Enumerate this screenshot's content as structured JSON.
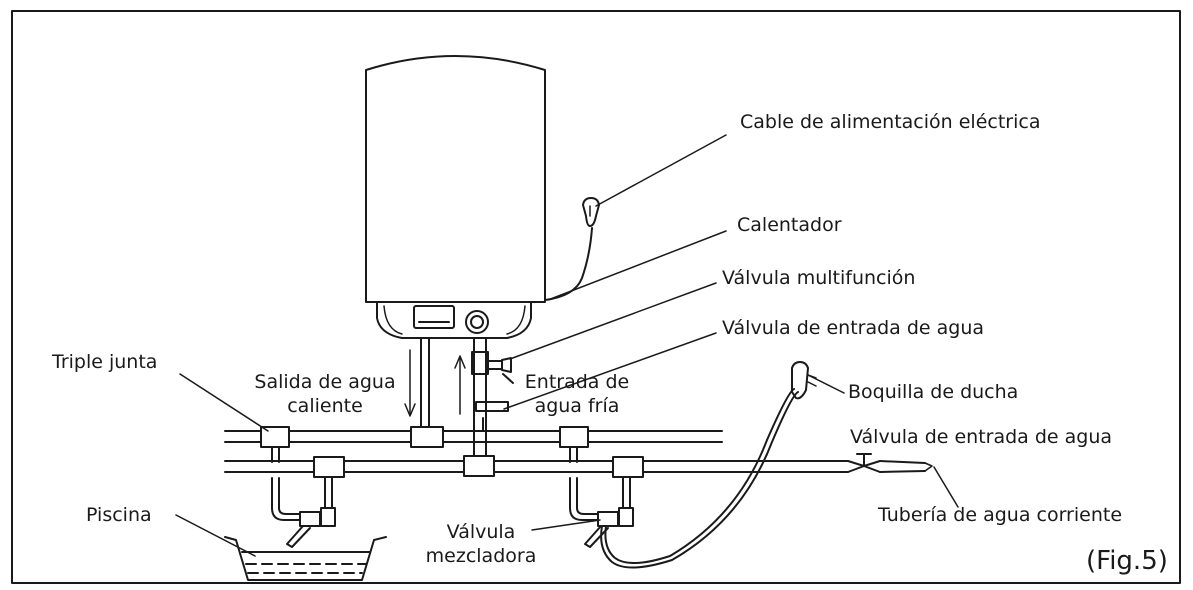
{
  "labels": {
    "power_cable": "Cable de alimentación eléctrica",
    "heater": "Calentador",
    "multifunction_valve": "Válvula multifunción",
    "water_inlet_valve_top": "Válvula de entrada de agua",
    "triple_joint": "Triple junta",
    "hot_water_outlet_1": "Salida de agua",
    "hot_water_outlet_2": "caliente",
    "cold_water_inlet_1": "Entrada de",
    "cold_water_inlet_2": "agua fría",
    "shower_head": "Boquilla de ducha",
    "water_inlet_valve_right": "Válvula de entrada de agua",
    "pool": "Piscina",
    "mixing_valve_1": "Válvula",
    "mixing_valve_2": "mezcladora",
    "tap_water_pipe": "Tubería de agua corriente",
    "figure_number": "(Fig.5)"
  },
  "colors": {
    "line": "#1a1a1a",
    "background": "#ffffff"
  }
}
